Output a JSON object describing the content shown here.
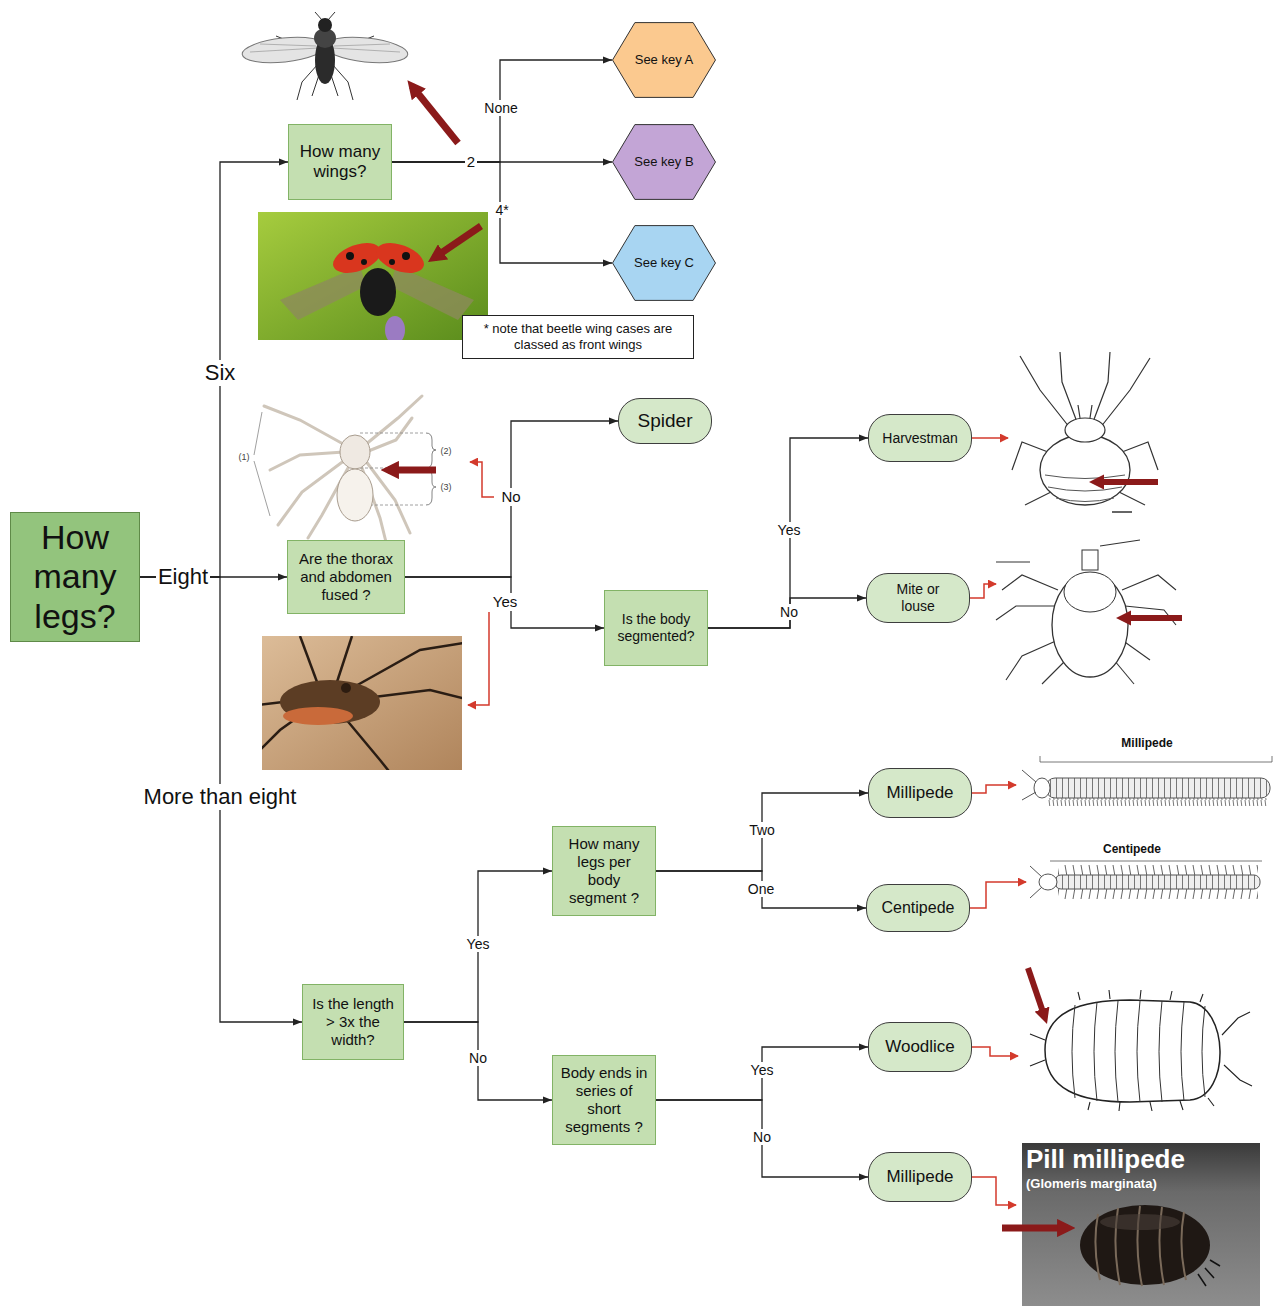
{
  "diagram": {
    "nodes": [
      {
        "text": [
          "How many legs?"
        ]
      },
      {
        "text": [
          "How many wings?"
        ]
      },
      {
        "text": [
          "See key A"
        ]
      },
      {
        "text": [
          "See key B"
        ]
      },
      {
        "text": [
          "See key C"
        ]
      },
      {
        "text": [
          "* note that beetle wing cases are classed as front wings"
        ]
      },
      {
        "text": [
          "Are the thorax and abdomen fused ?"
        ]
      },
      {
        "text": [
          "Spider"
        ]
      },
      {
        "text": [
          "Is the body segmented?"
        ]
      },
      {
        "text": [
          "Harvestman"
        ]
      },
      {
        "text": [
          "Mite or louse"
        ]
      },
      {
        "text": [
          "Is the length > 3x the width?"
        ]
      },
      {
        "text": [
          "How many legs per body segment ?"
        ]
      },
      {
        "text": [
          "Millipede"
        ]
      },
      {
        "text": [
          "Centipede"
        ]
      },
      {
        "text": [
          "Body ends in series of short segments ?"
        ]
      },
      {
        "text": [
          "Woodlice"
        ]
      },
      {
        "text": [
          "Millipede"
        ]
      }
    ],
    "edges": [
      {
        "from": 0,
        "to": 1,
        "label": "Six",
        "arrow": "to"
      },
      {
        "from": 0,
        "to": 6,
        "label": "Eight",
        "arrow": "to"
      },
      {
        "from": 0,
        "to": 11,
        "label": "More than eight",
        "arrow": "to"
      },
      {
        "from": 1,
        "to": 2,
        "label": "None",
        "arrow": "to"
      },
      {
        "from": 1,
        "to": 3,
        "label": "2",
        "arrow": "to"
      },
      {
        "from": 1,
        "to": 4,
        "label": "4*",
        "arrow": "to"
      },
      {
        "from": 6,
        "to": 7,
        "label": "No",
        "arrow": "to"
      },
      {
        "from": 6,
        "to": 8,
        "label": "Yes",
        "arrow": "to"
      },
      {
        "from": 8,
        "to": 9,
        "label": "Yes",
        "arrow": "to"
      },
      {
        "from": 8,
        "to": 10,
        "label": "No",
        "arrow": "to"
      },
      {
        "from": 11,
        "to": 12,
        "label": "Yes",
        "arrow": "to"
      },
      {
        "from": 11,
        "to": 15,
        "label": "No",
        "arrow": "to"
      },
      {
        "from": 12,
        "to": 13,
        "label": "Two",
        "arrow": "to"
      },
      {
        "from": 12,
        "to": 14,
        "label": "One",
        "arrow": "to"
      },
      {
        "from": 15,
        "to": 16,
        "label": "Yes",
        "arrow": "to"
      },
      {
        "from": 15,
        "to": 17,
        "label": "No",
        "arrow": "to"
      }
    ],
    "labels": [
      "(1)",
      "(2)",
      "(3)",
      "Millipede",
      "Centipede",
      "Pill millipede",
      "(Glomeris marginata)"
    ]
  }
}
